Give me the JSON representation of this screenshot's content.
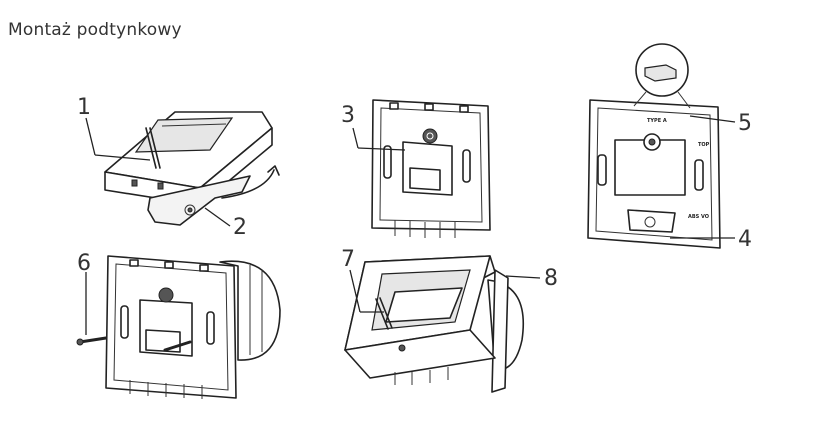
{
  "title": "Montaż podtynkowy",
  "labels": {
    "l1": "1",
    "l2": "2",
    "l3": "3",
    "l4": "4",
    "l5": "5",
    "l6": "6",
    "l7": "7",
    "l8": "8"
  },
  "panel_text": {
    "top": "TOP",
    "abs": "ABS VO",
    "type": "TYPE A"
  }
}
